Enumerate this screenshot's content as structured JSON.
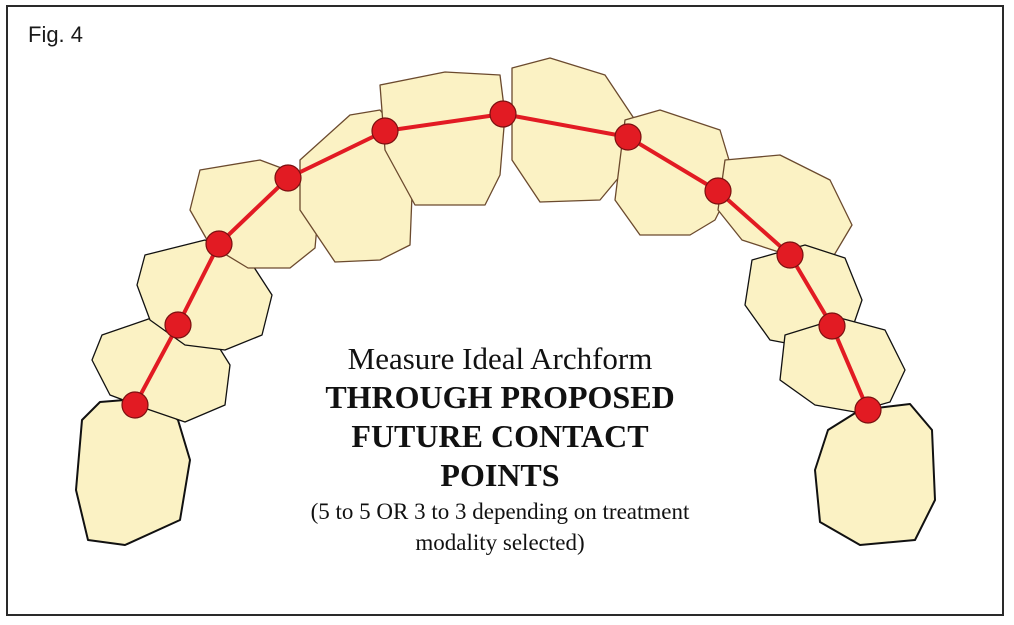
{
  "figure": {
    "label": "Fig. 4"
  },
  "caption": {
    "line1": "Measure Ideal Archform",
    "line2": "THROUGH PROPOSED",
    "line3": "FUTURE CONTACT",
    "line4": "POINTS",
    "line5": "(5 to 5 OR 3 to 3 depending on treatment",
    "line6": "modality selected)"
  },
  "colors": {
    "tooth_fill": "#fbf2c4",
    "tooth_outline": "#6b4a2e",
    "molar_outline": "#111111",
    "contact_point": "#e21b23",
    "arch_line": "#e21b23"
  }
}
